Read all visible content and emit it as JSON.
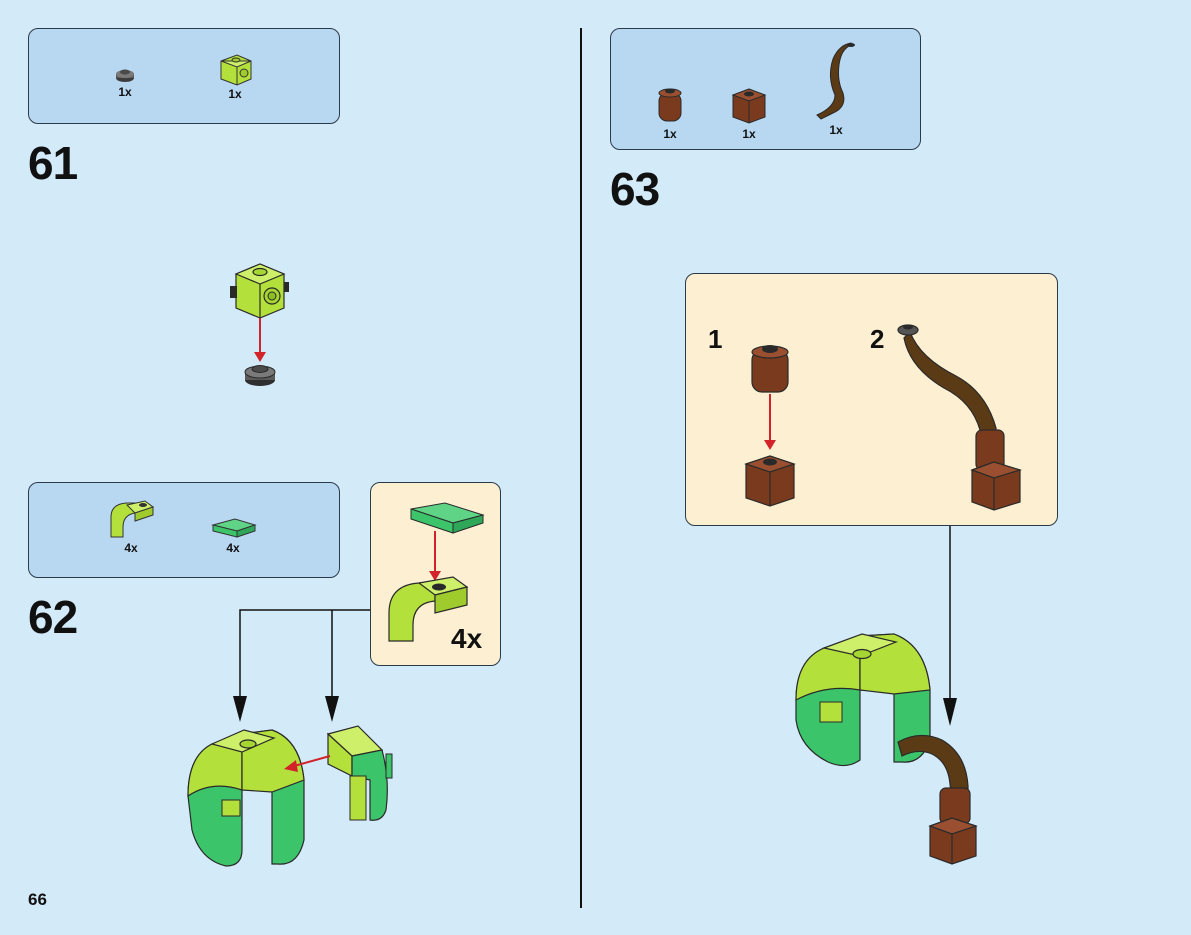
{
  "page": {
    "number": "66"
  },
  "steps": [
    {
      "number": "61",
      "parts": [
        {
          "name": "round-plate-dark-grey",
          "qty": "1x"
        },
        {
          "name": "brick-studs-sides-lime",
          "qty": "1x"
        }
      ]
    },
    {
      "number": "62",
      "parts": [
        {
          "name": "curved-slope-lime",
          "qty": "4x"
        },
        {
          "name": "slope-green",
          "qty": "4x"
        }
      ],
      "callout": {
        "multiplier": "4x"
      }
    },
    {
      "number": "63",
      "parts": [
        {
          "name": "round-brick-brown",
          "qty": "1x"
        },
        {
          "name": "brick-brown",
          "qty": "1x"
        },
        {
          "name": "tail-dark-brown",
          "qty": "1x"
        }
      ],
      "callout": {
        "sub_steps": [
          "1",
          "2"
        ]
      }
    }
  ],
  "colors": {
    "page_bg": "#d3eaf9",
    "parts_box": "#b8d8f2",
    "callout_bg": "#fdf0d2",
    "lime": "#b4e03c",
    "green": "#3cc46a",
    "brown": "#7a3a1e",
    "dark_brown": "#5b3a16",
    "grey": "#5a5a5a",
    "arrow_red": "#d2232a"
  }
}
